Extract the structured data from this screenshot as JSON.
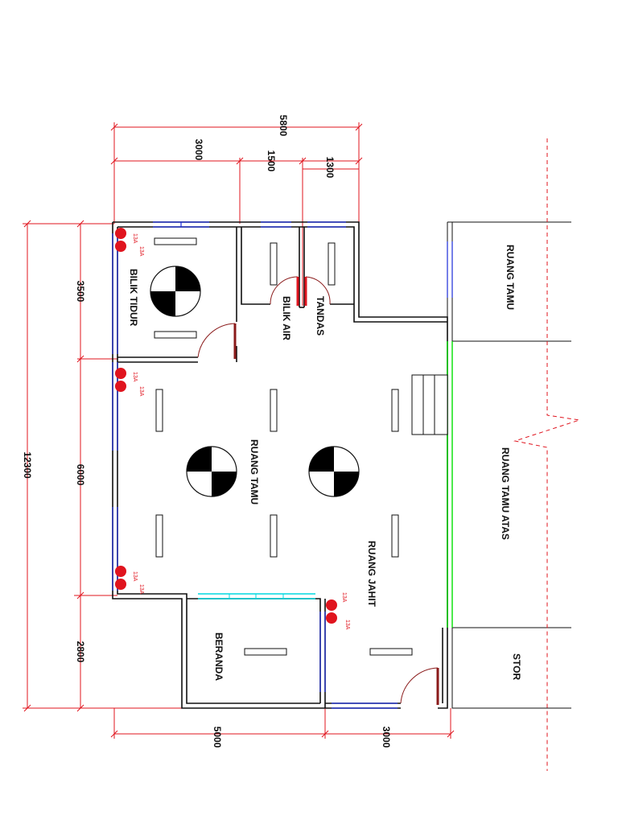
{
  "dimensions": {
    "top_total": "5800",
    "top_a": "3000",
    "top_b": "1500",
    "top_c": "1300",
    "left_total": "12300",
    "left_a": "3500",
    "left_b": "6000",
    "left_c": "2800",
    "bottom_a": "5000",
    "bottom_b": "3000"
  },
  "rooms": {
    "bilik_tidur": "BILIK TIDUR",
    "bilik_air": "BILIK AIR",
    "tandas": "TANDAS",
    "ruang_tamu": "RUANG TAMU",
    "ruang_jahit": "RUANG JAHIT",
    "beranda": "BERANDA",
    "ext_ruang_tamu": "RUANG TAMU",
    "ruang_tamu_atas": "RUANG TAMU ATAS",
    "stor": "STOR"
  },
  "socket_label": "13A",
  "colors": {
    "dimension": "#e0141e",
    "window": "#1a2bd8",
    "glass_wall": "#00e000",
    "door": "#8a1a1a",
    "cyan_window": "#00d8e0"
  }
}
